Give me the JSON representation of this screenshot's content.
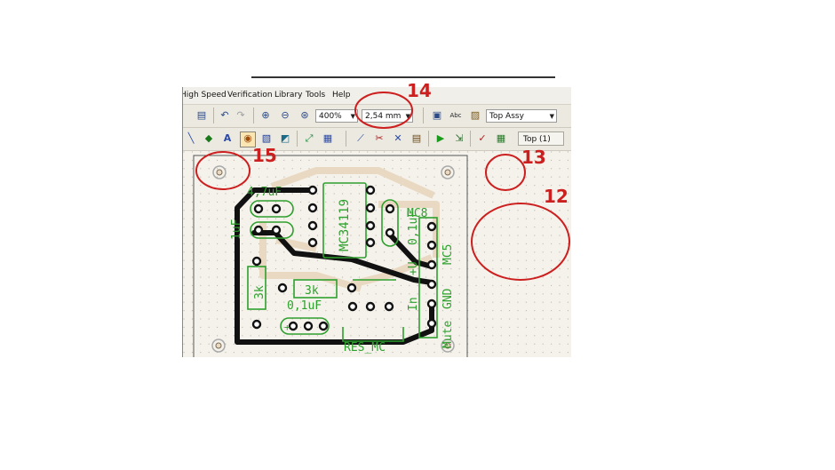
{
  "menu": [
    "High Speed",
    "Verification",
    "Library",
    "Tools",
    "Help"
  ],
  "toolbar": {
    "zoom_value": "400%",
    "grid_value": "2,54 mm",
    "abc_label": "Abc",
    "view_value": "Top Assy",
    "layer_value": "Top (1)"
  },
  "board": {
    "cap_47": "4,7uF",
    "cap_1u": "1uF",
    "ic_label": "MC34119",
    "cap_01_right": "0,1uF",
    "conn_mc8": "MC8",
    "conn_mc5": "MC5",
    "res_vertical": "3k",
    "res_horizontal": "3k",
    "cap_01_bottom": "0,1uF",
    "pin_plus_u": "+U",
    "pin_gnd": "GND",
    "pin_in": "In",
    "pin_mute": "Mute",
    "res_mc": "RES_MC",
    "plus_sign": "+"
  },
  "annotations": {
    "n12": "12",
    "n13": "13",
    "n14": "14",
    "n15": "15"
  },
  "colors": {
    "silkscreen": "#2ea02e",
    "trace": "#111111",
    "copper_bottom": "#e9d8c2",
    "annotation": "#cc1f1f"
  }
}
